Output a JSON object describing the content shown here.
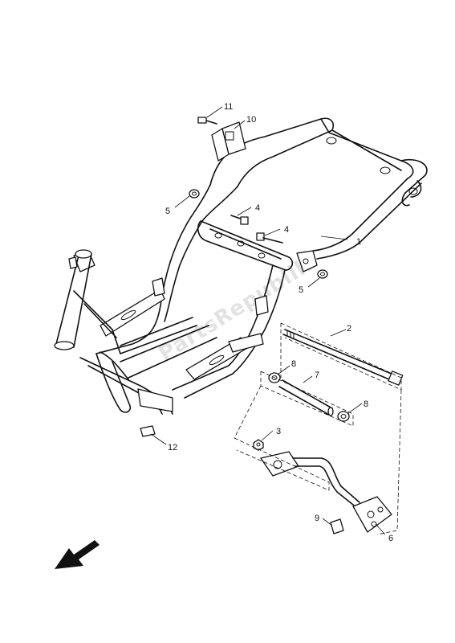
{
  "watermark": "PartsRepublik",
  "callouts": [
    {
      "id": "c1",
      "text": "1"
    },
    {
      "id": "c2",
      "text": "2"
    },
    {
      "id": "c3",
      "text": "3"
    },
    {
      "id": "c4a",
      "text": "4"
    },
    {
      "id": "c4b",
      "text": "4"
    },
    {
      "id": "c5a",
      "text": "5"
    },
    {
      "id": "c5b",
      "text": "5"
    },
    {
      "id": "c6",
      "text": "6"
    },
    {
      "id": "c7",
      "text": "7"
    },
    {
      "id": "c8a",
      "text": "8"
    },
    {
      "id": "c8b",
      "text": "8"
    },
    {
      "id": "c9",
      "text": "9"
    },
    {
      "id": "c10",
      "text": "10"
    },
    {
      "id": "c11",
      "text": "11"
    },
    {
      "id": "c12",
      "text": "12"
    }
  ],
  "icons": {
    "direction": "front-direction-arrow-icon"
  }
}
